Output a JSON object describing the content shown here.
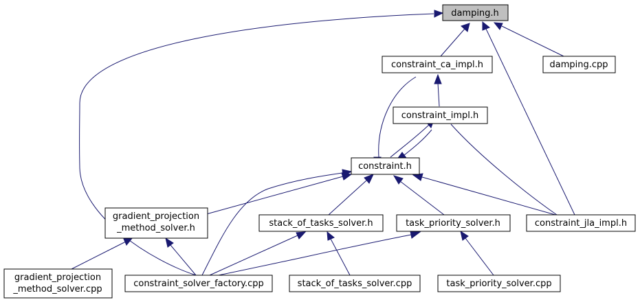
{
  "nodes": {
    "damping_h": {
      "lines": [
        "damping.h"
      ]
    },
    "constraint_ca_impl_h": {
      "lines": [
        "constraint_ca_impl.h"
      ]
    },
    "damping_cpp": {
      "lines": [
        "damping.cpp"
      ]
    },
    "constraint_impl_h": {
      "lines": [
        "constraint_impl.h"
      ]
    },
    "constraint_h": {
      "lines": [
        "constraint.h"
      ]
    },
    "gradient_projection_method_solver_h": {
      "lines": [
        "gradient_projection",
        "_method_solver.h"
      ]
    },
    "stack_of_tasks_solver_h": {
      "lines": [
        "stack_of_tasks_solver.h"
      ]
    },
    "task_priority_solver_h": {
      "lines": [
        "task_priority_solver.h"
      ]
    },
    "constraint_jla_impl_h": {
      "lines": [
        "constraint_jla_impl.h"
      ]
    },
    "gradient_projection_method_solver_cpp": {
      "lines": [
        "gradient_projection",
        "_method_solver.cpp"
      ]
    },
    "constraint_solver_factory_cpp": {
      "lines": [
        "constraint_solver_factory.cpp"
      ]
    },
    "stack_of_tasks_solver_cpp": {
      "lines": [
        "stack_of_tasks_solver.cpp"
      ]
    },
    "task_priority_solver_cpp": {
      "lines": [
        "task_priority_solver.cpp"
      ]
    }
  },
  "colors": {
    "edge": "#191970",
    "root_fill": "#bfbfbf"
  }
}
